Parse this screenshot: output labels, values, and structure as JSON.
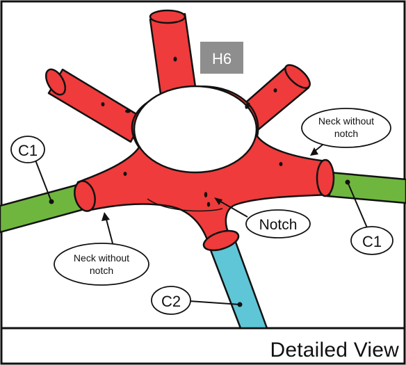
{
  "figure": {
    "badge": "H6",
    "footer_title": "Detailed View",
    "labels": {
      "c1_left": "C1",
      "c1_right": "C1",
      "c2": "C2",
      "notch": "Notch",
      "neck_right_line1": "Neck without",
      "neck_right_line2": "notch",
      "neck_left_line1": "Neck without",
      "neck_left_line2": "notch"
    },
    "colors": {
      "hub_red": "#ef3b3b",
      "tube_green": "#6fb63e",
      "tube_cyan": "#5ec6d6",
      "badge_gray": "#8e8e8e",
      "outline": "#111111"
    }
  }
}
